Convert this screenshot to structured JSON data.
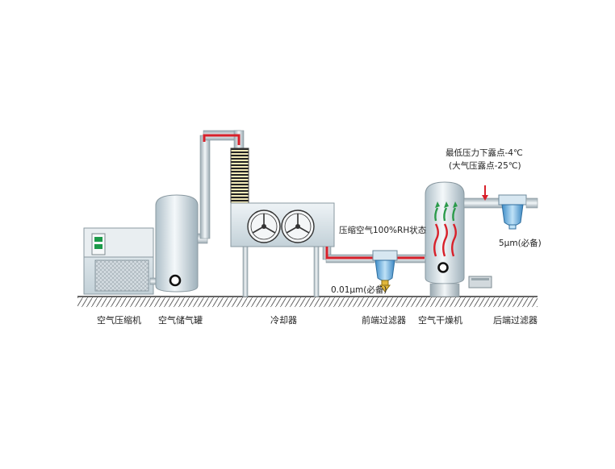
{
  "labels": {
    "compressor": "空气压缩机",
    "tank": "空气储气罐",
    "cooler": "冷却器",
    "pre_filter": "前端过滤器",
    "dryer": "空气干燥机",
    "post_filter": "后端过滤器"
  },
  "annotations": {
    "compressed_air_state": "压缩空气100%RH状态",
    "pre_filter_rating": "0.01μm(必备)",
    "post_filter_rating": "5μm(必备)",
    "dewpoint_line1": "最低压力下露点-4℃",
    "dewpoint_line2": "(大气压露点-25℃)"
  },
  "colors": {
    "hot_pipe": "#d8202a",
    "equipment_body": "#dce8ee",
    "filter_blue": "#5aa8dc",
    "ground_hatch": "#555555"
  }
}
